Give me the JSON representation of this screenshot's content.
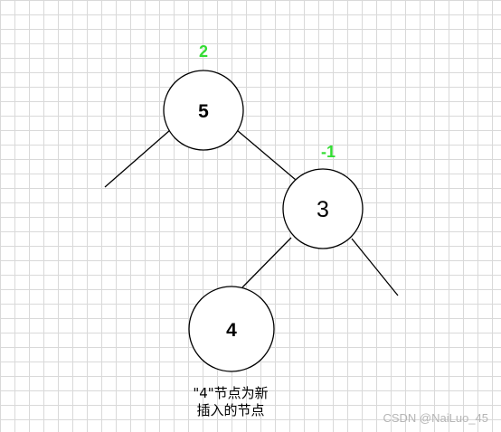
{
  "tree": {
    "nodes": [
      {
        "id": "n5",
        "label": "5",
        "balance_factor": "2"
      },
      {
        "id": "n3",
        "label": "3",
        "balance_factor": "-1"
      },
      {
        "id": "n4",
        "label": "4",
        "balance_factor": ""
      }
    ],
    "balance_factor_color": "#33dd33",
    "caption_line1": "\"4\"节点为新",
    "caption_line2": "插入的节点"
  },
  "watermark": "CSDN @NaiLuo_45"
}
